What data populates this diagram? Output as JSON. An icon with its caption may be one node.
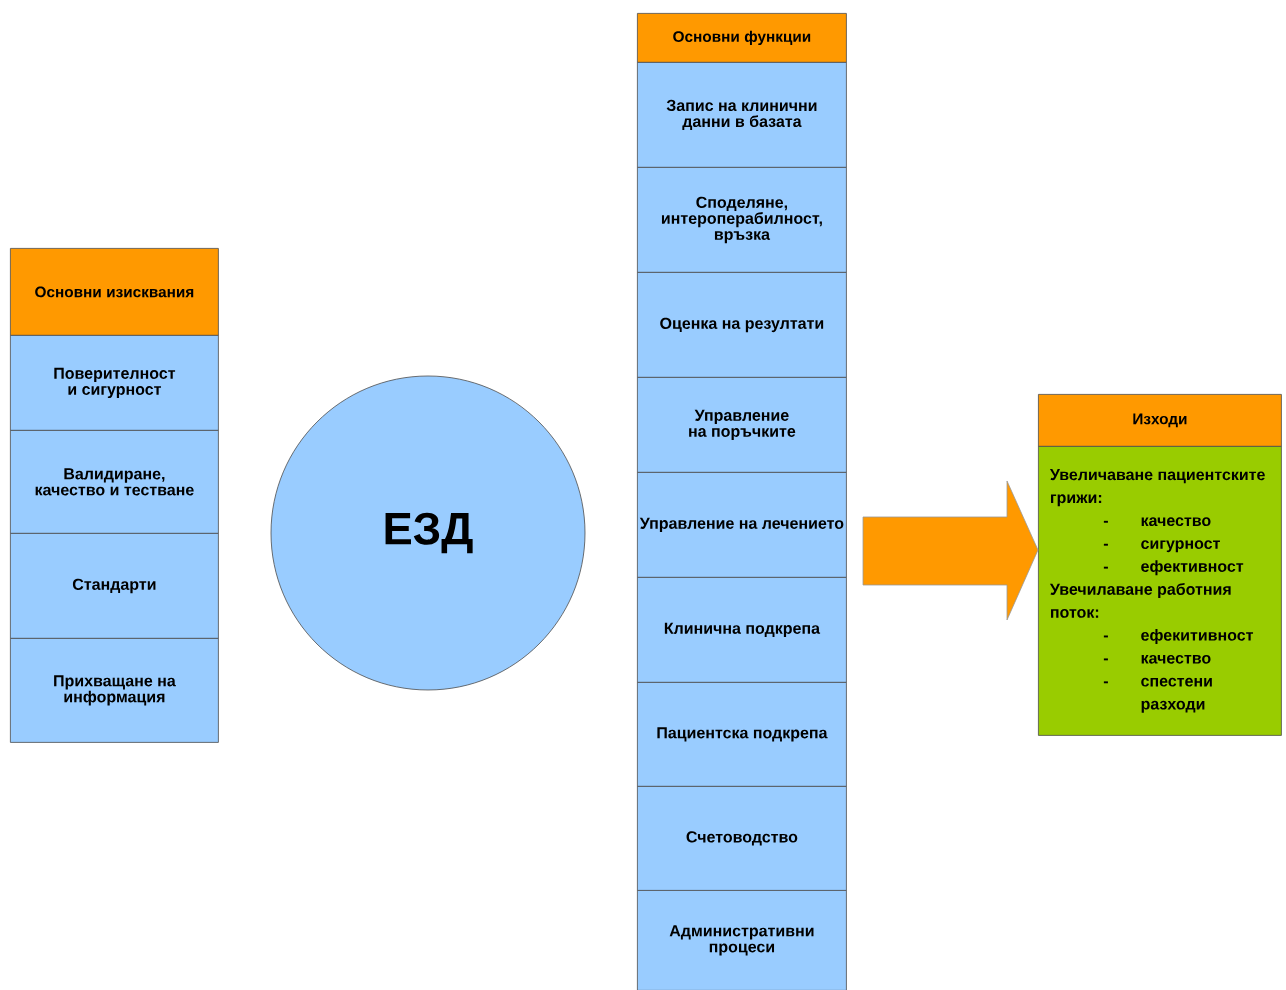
{
  "diagram": {
    "nodes": [
      {
        "text": [
          "Основни изисквания"
        ]
      },
      {
        "text": [
          "Поверителност и сигурност"
        ]
      },
      {
        "text": [
          "Валидиране, качество и тестване"
        ]
      },
      {
        "text": [
          "Стандарти"
        ]
      },
      {
        "text": [
          "Прихващане на информация"
        ]
      },
      {
        "text": [
          "ЕЗД"
        ]
      },
      {
        "text": [
          "Основни функции"
        ]
      },
      {
        "text": [
          "Запис на клинични данни в базата"
        ]
      },
      {
        "text": [
          "Споделяне, интероперабилност, връзка"
        ]
      },
      {
        "text": [
          "Оценка на резултати"
        ]
      },
      {
        "text": [
          "Управление на поръчките"
        ]
      },
      {
        "text": [
          "Управление на лечението"
        ]
      },
      {
        "text": [
          "Клинична подкрепа"
        ]
      },
      {
        "text": [
          "Пациентска подкрепа"
        ]
      },
      {
        "text": [
          "Счетоводство"
        ]
      },
      {
        "text": [
          "Административни процеси"
        ]
      },
      {
        "text": [
          "Изходи"
        ]
      },
      {
        "text": [
          "Увеличаване пациентските грижи:",
          "-",
          "качество",
          "-",
          "сигурност",
          "-",
          "ефективност",
          "Увечилаване работния поток:",
          "-",
          "ефекитивност",
          "-",
          "качество",
          "-",
          "спестени разходи"
        ]
      }
    ],
    "edges": [
      {
        "from": null,
        "to": 17,
        "arrow": "to"
      }
    ]
  }
}
